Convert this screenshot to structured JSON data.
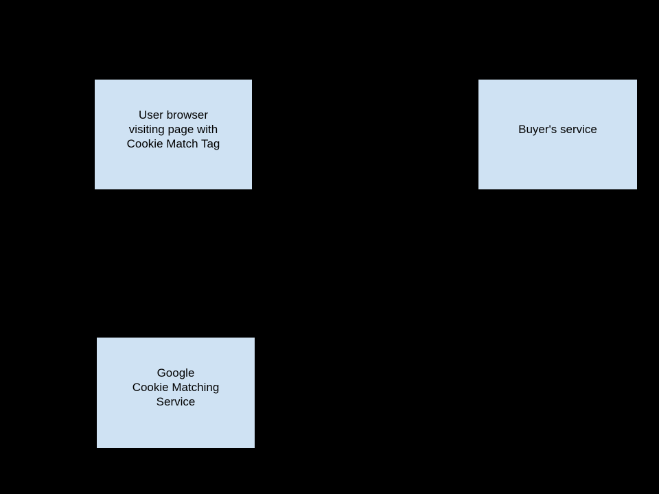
{
  "page": {
    "background": "#000000"
  },
  "diagram": {
    "nodes": [
      {
        "name": "user-browser",
        "lines": [
          "User browser",
          "visiting page with",
          "Cookie Match Tag"
        ],
        "fill": "#cfe2f3",
        "border": "#000000",
        "text_color": "#000000"
      },
      {
        "name": "buyers-service",
        "lines": [
          "Buyer's service"
        ],
        "fill": "#cfe2f3",
        "border": "#000000",
        "text_color": "#000000"
      },
      {
        "name": "google-cookie-matching-service",
        "lines": [
          "Google",
          "Cookie Matching",
          "Service"
        ],
        "fill": "#cfe2f3",
        "border": "#000000",
        "text_color": "#000000"
      }
    ]
  }
}
